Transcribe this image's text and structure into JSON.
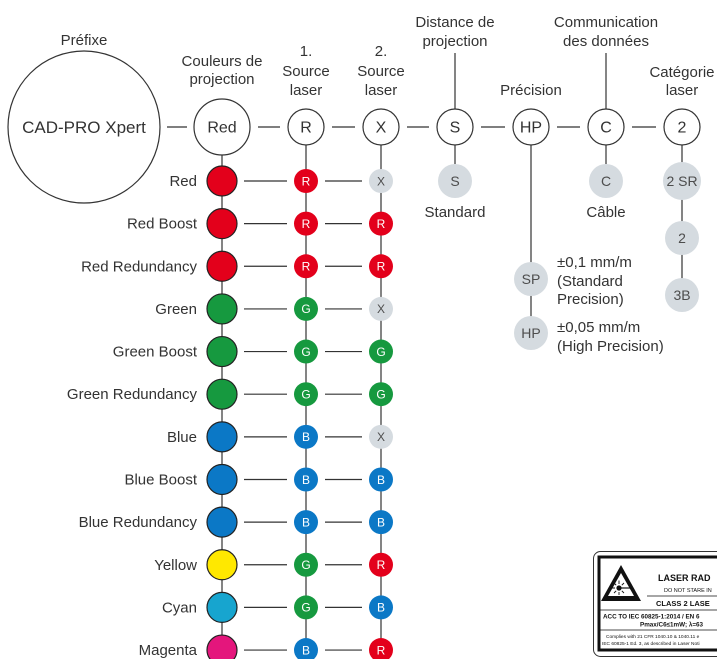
{
  "header": {
    "prefix": "Préfixe",
    "colors": [
      "Couleurs de",
      "projection"
    ],
    "source1": [
      "1.",
      "Source",
      "laser"
    ],
    "source2": [
      "2.",
      "Source",
      "laser"
    ],
    "distance": [
      "Distance de",
      "projection"
    ],
    "precision": "Précision",
    "communication": [
      "Communication",
      "des données"
    ],
    "category": [
      "Catégorie",
      "laser"
    ]
  },
  "code": {
    "prefix": "CAD-PRO Xpert",
    "color": "Red",
    "source1": "R",
    "source2": "X",
    "distance": "S",
    "precision": "HP",
    "communication": "C",
    "category": "2"
  },
  "projection_colors": [
    {
      "label": "Red",
      "color": "#e3001b",
      "source1": "R",
      "source2": "X"
    },
    {
      "label": "Red Boost",
      "color": "#e3001b",
      "source1": "R",
      "source2": "R"
    },
    {
      "label": "Red Redundancy",
      "color": "#e3001b",
      "source1": "R",
      "source2": "R"
    },
    {
      "label": "Green",
      "color": "#16993f",
      "source1": "G",
      "source2": "X"
    },
    {
      "label": "Green Boost",
      "color": "#16993f",
      "source1": "G",
      "source2": "G"
    },
    {
      "label": "Green Redundancy",
      "color": "#16993f",
      "source1": "G",
      "source2": "G"
    },
    {
      "label": "Blue",
      "color": "#0b78c6",
      "source1": "B",
      "source2": "X"
    },
    {
      "label": "Blue Boost",
      "color": "#0b78c6",
      "source1": "B",
      "source2": "B"
    },
    {
      "label": "Blue Redundancy",
      "color": "#0b78c6",
      "source1": "B",
      "source2": "B"
    },
    {
      "label": "Yellow",
      "color": "#ffe800",
      "source1": "G",
      "source2": "R"
    },
    {
      "label": "Cyan",
      "color": "#17a5cf",
      "source1": "G",
      "source2": "B"
    },
    {
      "label": "Magenta",
      "color": "#e4167c",
      "source1": "B",
      "source2": "R"
    }
  ],
  "source_colors": {
    "R": {
      "fill": "#e3001b",
      "ink": "#ffffff"
    },
    "G": {
      "fill": "#16993f",
      "ink": "#ffffff"
    },
    "B": {
      "fill": "#0b78c6",
      "ink": "#ffffff"
    },
    "X": {
      "fill": "#d5dbe0",
      "ink": "#4d4d4d"
    }
  },
  "distance_options": [
    {
      "code": "S",
      "label": "Standard"
    }
  ],
  "precision_options": [
    {
      "code": "SP",
      "label": [
        "±0,1 mm/m",
        "(Standard",
        "Precision)"
      ]
    },
    {
      "code": "HP",
      "label": [
        "±0,05 mm/m",
        "(High Precision)"
      ]
    }
  ],
  "communication_options": [
    {
      "code": "C",
      "label": "Câble"
    }
  ],
  "category_options": [
    "2 SR",
    "2",
    "3B"
  ],
  "palette": {
    "option": "#d5dbe0",
    "option_ink": "#4d4d4d"
  },
  "laser_label": {
    "title": "LASER RAD",
    "warning": "DO NOT STARE IN",
    "class": "CLASS 2 LASE",
    "standard": "ACC TO IEC 60825-1:2014 / EN 6",
    "power": "Pmax/C6≤1mW; λ=63",
    "compliance": [
      "Complies with 21 CFR 1040.10 & 1040.11 e",
      "IEC 60825-1 Ed. 3, as described in Laser Noti"
    ]
  }
}
